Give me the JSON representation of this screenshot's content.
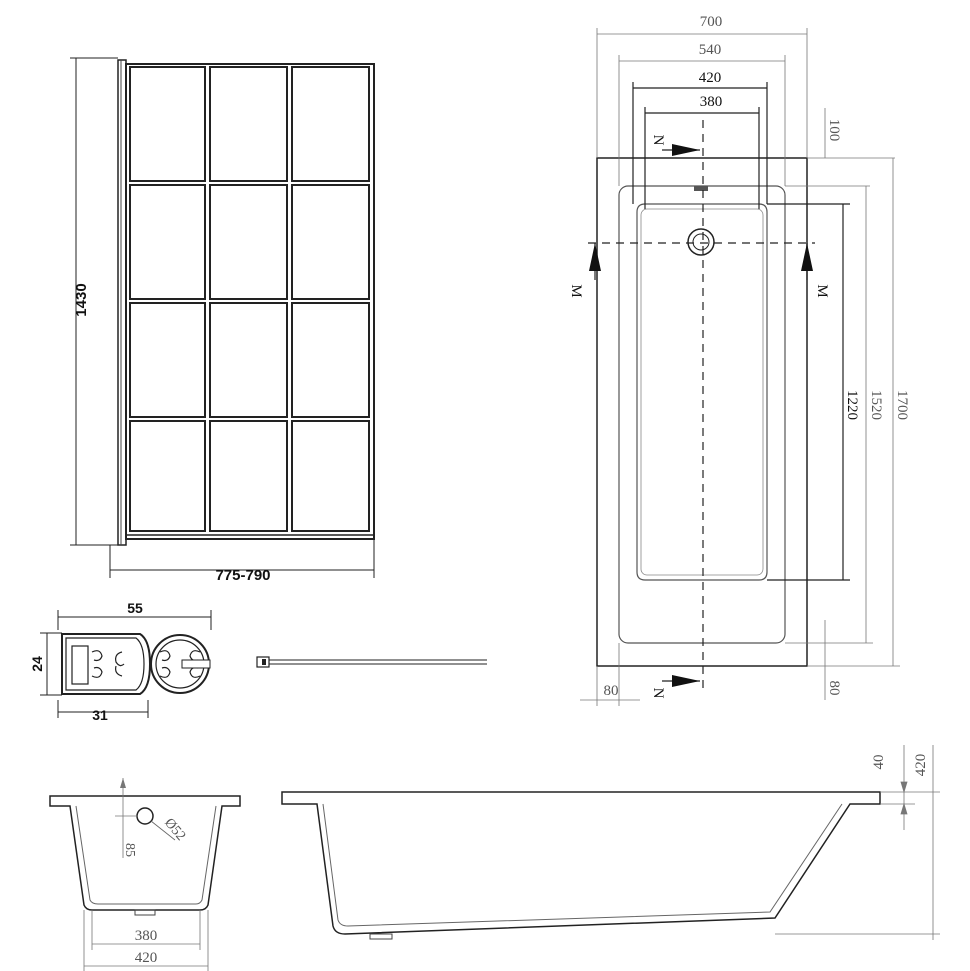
{
  "screen_panel": {
    "height_label": "1430",
    "width_label": "775-790"
  },
  "profile": {
    "width_label": "55",
    "height_label": "24",
    "base_label": "31"
  },
  "bath_plan": {
    "dim_700": "700",
    "dim_540": "540",
    "dim_420": "420",
    "dim_380": "380",
    "dim_100": "100",
    "dim_1220": "1220",
    "dim_1520": "1520",
    "dim_1700": "1700",
    "dim_80_left": "80",
    "dim_80_right": "80",
    "section_n": "N",
    "section_m": "M"
  },
  "bath_end_view": {
    "waste_label": "Ø52",
    "depth_label": "85",
    "dim_380": "380",
    "dim_420": "420"
  },
  "bath_side_view": {
    "dim_40": "40",
    "dim_420": "420"
  }
}
